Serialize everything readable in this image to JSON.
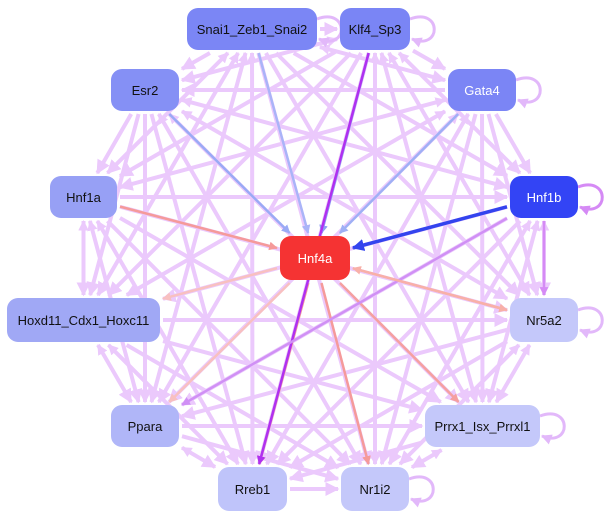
{
  "nodes": [
    {
      "id": "Snai1_Zeb1_Snai2",
      "label": "Snai1_Zeb1_Snai2",
      "color": "#7b86f5",
      "text": "#111111"
    },
    {
      "id": "Klf4_Sp3",
      "label": "Klf4_Sp3",
      "color": "#7a85f5",
      "text": "#111111"
    },
    {
      "id": "Gata4",
      "label": "Gata4",
      "color": "#7b85f5",
      "text": "#ffffff"
    },
    {
      "id": "Esr2",
      "label": "Esr2",
      "color": "#8590f5",
      "text": "#111111"
    },
    {
      "id": "Hnf1a",
      "label": "Hnf1a",
      "color": "#97a0f5",
      "text": "#111111"
    },
    {
      "id": "Hnf1b",
      "label": "Hnf1b",
      "color": "#3344f5",
      "text": "#ffffff"
    },
    {
      "id": "Hnf4a",
      "label": "Hnf4a",
      "color": "#f53333",
      "text": "#ffffff"
    },
    {
      "id": "Hoxd11_Cdx1_Hoxc11",
      "label": "Hoxd11_Cdx1_Hoxc11",
      "color": "#a0a8f5",
      "text": "#111111"
    },
    {
      "id": "Nr5a2",
      "label": "Nr5a2",
      "color": "#c4c8fa",
      "text": "#111111"
    },
    {
      "id": "Ppara",
      "label": "Ppara",
      "color": "#b0b6f8",
      "text": "#111111"
    },
    {
      "id": "Prrx1_Isx_Prrxl1",
      "label": "Prrx1_Isx_Prrxl1",
      "color": "#c4c8fa",
      "text": "#111111"
    },
    {
      "id": "Rreb1",
      "label": "Rreb1",
      "color": "#bfc4fa",
      "text": "#111111"
    },
    {
      "id": "Nr1i2",
      "label": "Nr1i2",
      "color": "#c4c8fa",
      "text": "#111111"
    }
  ],
  "default_edge_color": "#ebc9fc",
  "self_loops": [
    "Snai1_Zeb1_Snai2",
    "Klf4_Sp3",
    "Gata4",
    "Hnf1b",
    "Nr5a2",
    "Prrx1_Isx_Prrxl1",
    "Nr1i2"
  ],
  "edges": [
    {
      "from": "Hnf1b",
      "to": "Hnf4a",
      "color": "#3344ee"
    },
    {
      "from": "Esr2",
      "to": "Hnf4a",
      "color": "#9aaaf5"
    },
    {
      "from": "Snai1_Zeb1_Snai2",
      "to": "Hnf4a",
      "color": "#aab4f8"
    },
    {
      "from": "Klf4_Sp3",
      "to": "Hnf4a",
      "color": "#8f9cf5"
    },
    {
      "from": "Gata4",
      "to": "Hnf4a",
      "color": "#9fb0f5"
    },
    {
      "from": "Hnf1a",
      "to": "Hnf4a",
      "color": "#f59a9a"
    },
    {
      "from": "Hnf4a",
      "to": "Nr5a2",
      "color": "#f8b0a8"
    },
    {
      "from": "Hnf4a",
      "to": "Rreb1",
      "color": "#f59a9a"
    },
    {
      "from": "Hnf4a",
      "to": "Nr1i2",
      "color": "#f59a9a"
    },
    {
      "from": "Hnf4a",
      "to": "Prrx1_Isx_Prrxl1",
      "color": "#f5a0a0"
    },
    {
      "from": "Hnf4a",
      "to": "Hoxd11_Cdx1_Hoxc11",
      "color": "#f8c0c0"
    },
    {
      "from": "Hnf4a",
      "to": "Ppara",
      "color": "#f8c0c0"
    },
    {
      "from": "Klf4_Sp3",
      "to": "Rreb1",
      "color": "#b030f0"
    },
    {
      "from": "Hnf1b",
      "to": "Nr5a2",
      "color": "#d58af5"
    },
    {
      "from": "Hnf1b",
      "to": "Ppara",
      "color": "#d090f5"
    },
    {
      "from": "Nr5a2",
      "to": "Hnf4a",
      "color": "#f8b0a8"
    }
  ]
}
